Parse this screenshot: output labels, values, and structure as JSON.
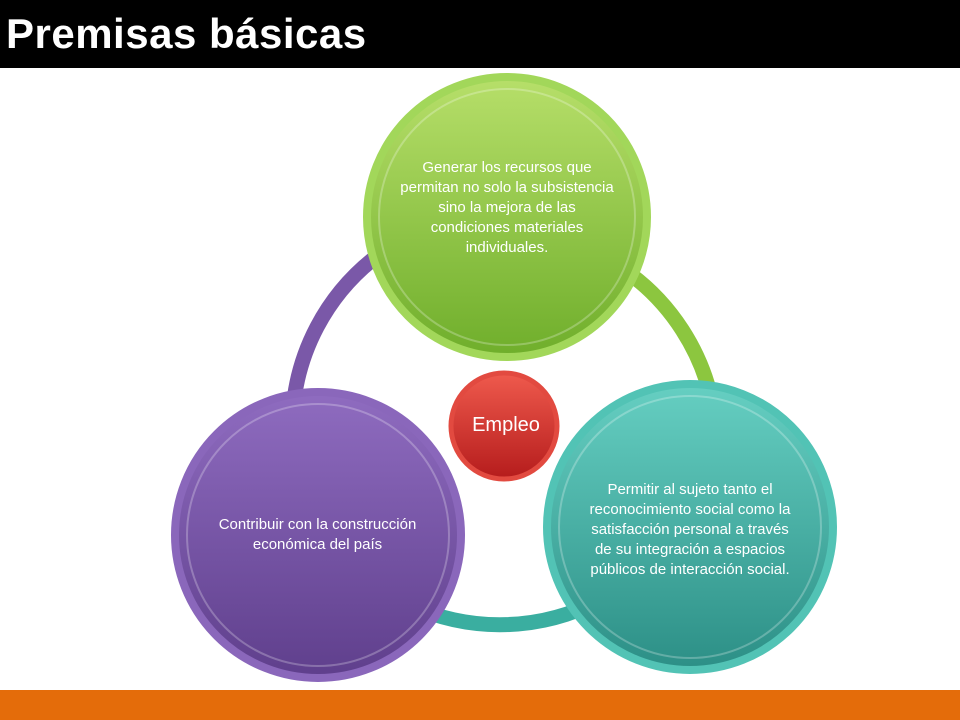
{
  "slide": {
    "title": "Premisas básicas"
  },
  "diagram": {
    "center": {
      "label": "Empleo"
    },
    "nodes": [
      {
        "text": "Generar los recursos que permitan no solo la subsistencia sino la mejora de las condiciones materiales individuales."
      },
      {
        "text": "Permitir al sujeto tanto el reconocimiento social como la satisfacción personal a través de su integración a espacios públicos de interacción social."
      },
      {
        "text": "Contribuir con la construcción económica del país"
      }
    ]
  },
  "colors": {
    "title_bar": "#000000",
    "footer_bar": "#e46c0a",
    "green": "#8cc63f",
    "teal": "#3aaea0",
    "purple": "#7a58a8",
    "red": "#d42a2a"
  }
}
